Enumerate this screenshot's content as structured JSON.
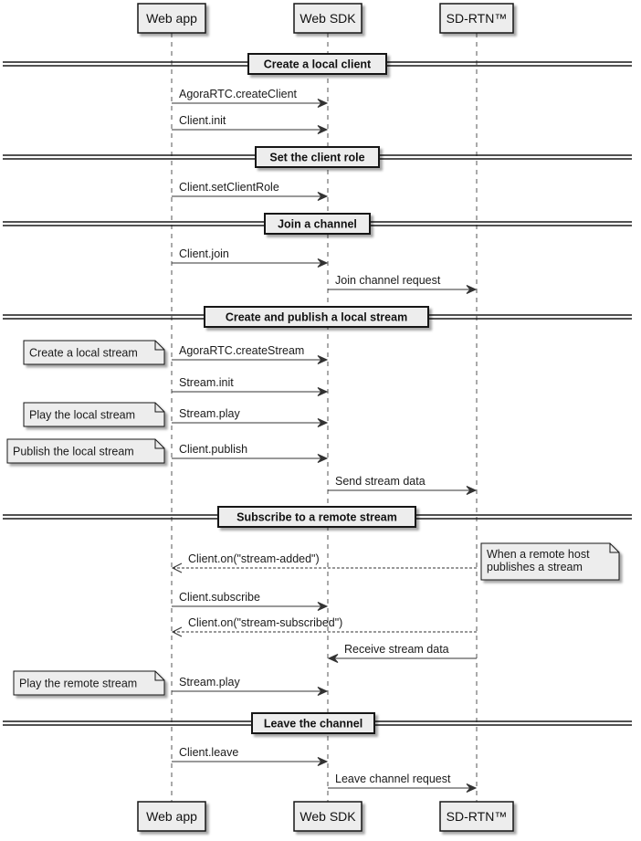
{
  "participants": [
    {
      "id": "web_app",
      "label": "Web app"
    },
    {
      "id": "web_sdk",
      "label": "Web SDK"
    },
    {
      "id": "sd_rtn",
      "label": "SD-RTN™"
    }
  ],
  "sections": [
    {
      "title": "Create a local client"
    },
    {
      "title": "Set the client role"
    },
    {
      "title": "Join a channel"
    },
    {
      "title": "Create and publish a local stream"
    },
    {
      "title": "Subscribe to a remote stream"
    },
    {
      "title": "Leave the channel"
    }
  ],
  "messages": [
    {
      "from": "web_app",
      "to": "web_sdk",
      "label": "AgoraRTC.createClient",
      "style": "solid"
    },
    {
      "from": "web_app",
      "to": "web_sdk",
      "label": "Client.init",
      "style": "solid"
    },
    {
      "from": "web_app",
      "to": "web_sdk",
      "label": "Client.setClientRole",
      "style": "solid"
    },
    {
      "from": "web_app",
      "to": "web_sdk",
      "label": "Client.join",
      "style": "solid"
    },
    {
      "from": "web_sdk",
      "to": "sd_rtn",
      "label": "Join channel request",
      "style": "solid"
    },
    {
      "from": "web_app",
      "to": "web_sdk",
      "label": "AgoraRTC.createStream",
      "style": "solid"
    },
    {
      "from": "web_app",
      "to": "web_sdk",
      "label": "Stream.init",
      "style": "solid"
    },
    {
      "from": "web_app",
      "to": "web_sdk",
      "label": "Stream.play",
      "style": "solid"
    },
    {
      "from": "web_app",
      "to": "web_sdk",
      "label": "Client.publish",
      "style": "solid"
    },
    {
      "from": "web_sdk",
      "to": "sd_rtn",
      "label": "Send stream data",
      "style": "solid"
    },
    {
      "from": "sd_rtn",
      "to": "web_app",
      "label": "Client.on(\"stream-added\")",
      "style": "dashed"
    },
    {
      "from": "web_app",
      "to": "web_sdk",
      "label": "Client.subscribe",
      "style": "solid"
    },
    {
      "from": "sd_rtn",
      "to": "web_app",
      "label": "Client.on(\"stream-subscribed\")",
      "style": "dashed"
    },
    {
      "from": "sd_rtn",
      "to": "web_sdk",
      "label": "Receive stream data",
      "style": "solid"
    },
    {
      "from": "web_app",
      "to": "web_sdk",
      "label": "Stream.play",
      "style": "solid"
    },
    {
      "from": "web_app",
      "to": "web_sdk",
      "label": "Client.leave",
      "style": "solid"
    },
    {
      "from": "web_sdk",
      "to": "sd_rtn",
      "label": "Leave channel request",
      "style": "solid"
    }
  ],
  "notes": [
    {
      "lines": [
        "Create a local stream"
      ],
      "side": "left",
      "message_index": 5
    },
    {
      "lines": [
        "Play the local stream"
      ],
      "side": "left",
      "message_index": 7
    },
    {
      "lines": [
        "Publish the local stream"
      ],
      "side": "left",
      "message_index": 8
    },
    {
      "lines": [
        "When a remote host",
        "publishes a stream"
      ],
      "side": "right",
      "message_index": 10
    },
    {
      "lines": [
        "Play the remote stream"
      ],
      "side": "left",
      "message_index": 14
    }
  ]
}
